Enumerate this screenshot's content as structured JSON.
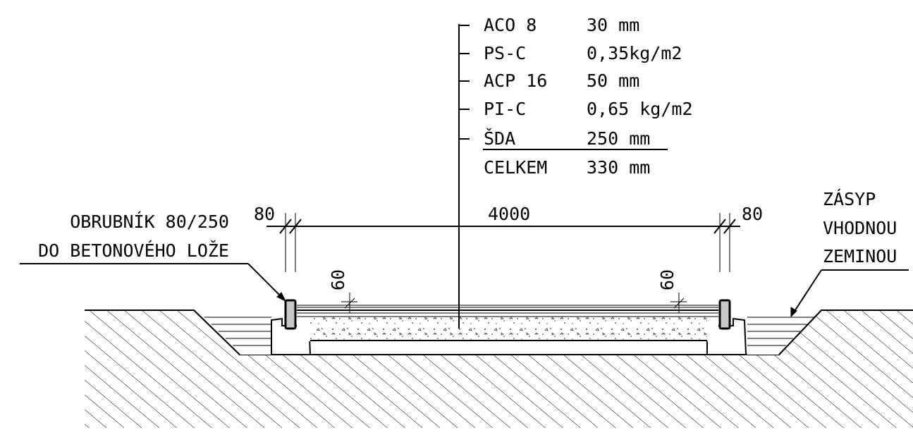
{
  "layers": [
    {
      "name": "ACO 8",
      "value": "30 mm"
    },
    {
      "name": "PS-C",
      "value": "0,35kg/m2"
    },
    {
      "name": "ACP 16",
      "value": "50 mm"
    },
    {
      "name": "PI-C",
      "value": "0,65 kg/m2"
    },
    {
      "name": "ŠDA",
      "value": "250 mm"
    }
  ],
  "total": {
    "name": "CELKEM",
    "value": "330 mm"
  },
  "dimensions": {
    "left_curb": "80",
    "width": "4000",
    "right_curb": "80",
    "left_layer": "60",
    "right_layer": "60"
  },
  "labels": {
    "curb_line1": "OBRUBNÍK 80/250",
    "curb_line2": "DO BETONOVÉHO LOŽE",
    "backfill_line1": "ZÁSYP",
    "backfill_line2": "VHODNOU",
    "backfill_line3": "ZEMINOU"
  },
  "colors": {
    "ink": "#000000",
    "background": "#ffffff"
  }
}
